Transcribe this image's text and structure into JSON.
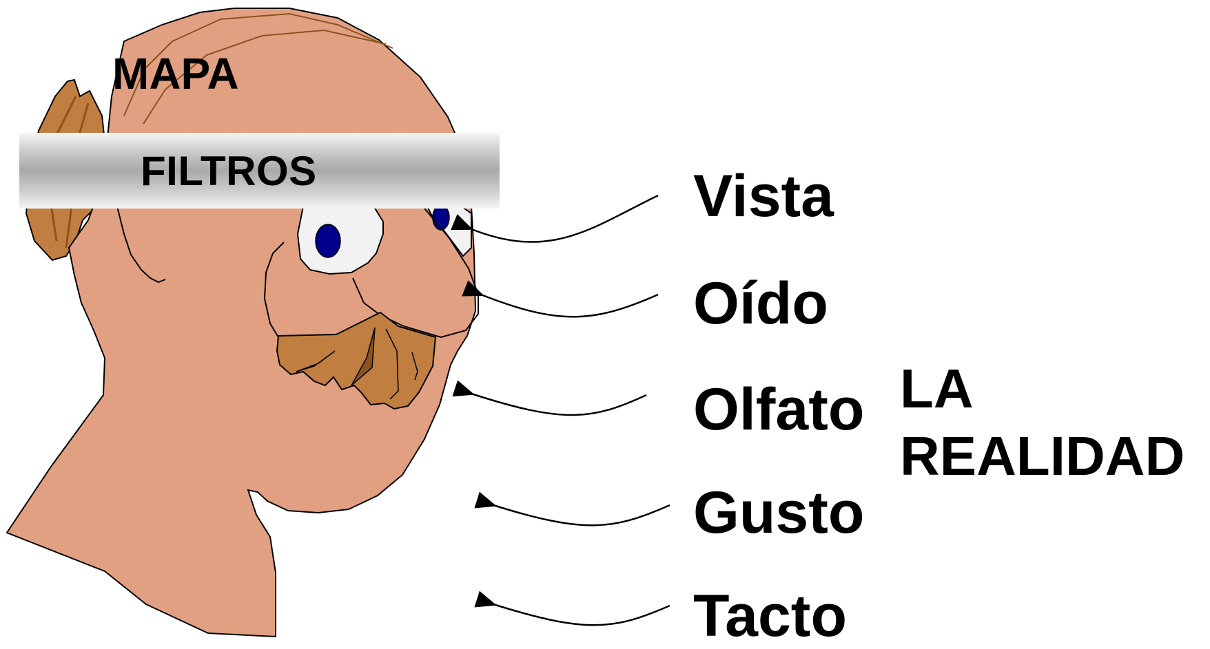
{
  "labels": {
    "mapa": "MAPA",
    "filtros": "FILTROS",
    "senses": [
      "Vista",
      "Oído",
      "Olfato",
      "Gusto",
      "Tacto"
    ],
    "reality_line1": "LA",
    "reality_line2": "REALIDAD"
  },
  "colors": {
    "skin": "#e2a082",
    "hair": "#c07f40",
    "hair_dark": "#8a5320",
    "eye_white": "#f2f2f2",
    "pupil": "#00008b",
    "outline": "#000000"
  },
  "icons": {
    "head": "cartoon-head-profile",
    "arrows": "curved-arrow-left"
  }
}
